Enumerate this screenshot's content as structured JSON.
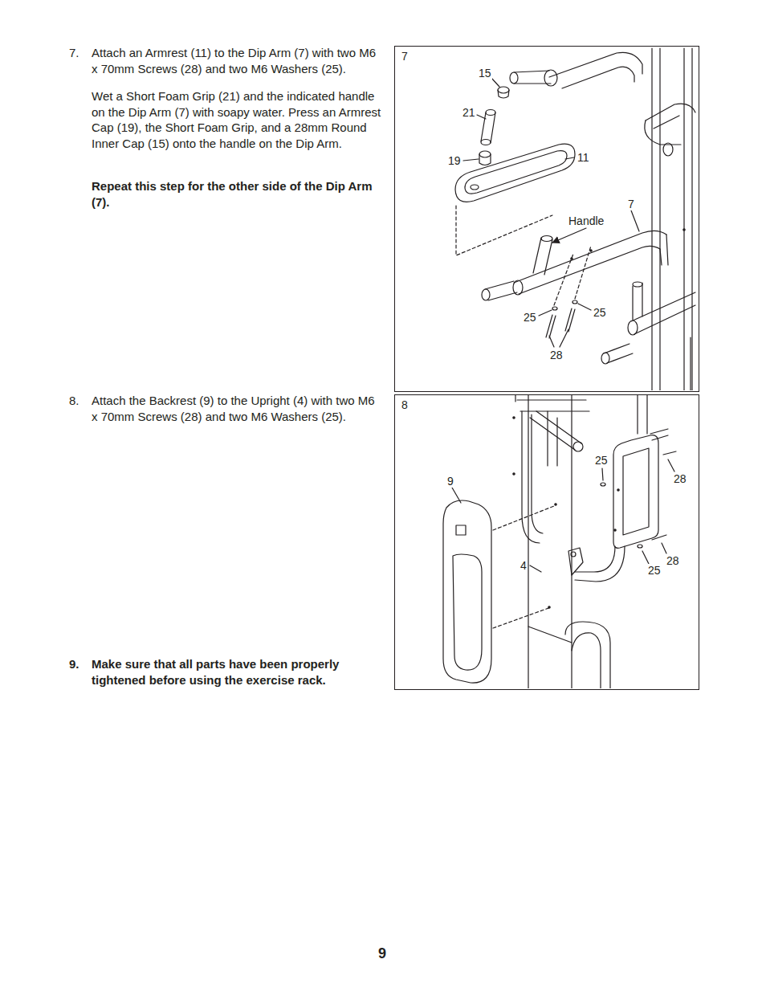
{
  "diagram": {
    "nodes": [
      {
        "text": [
          "7"
        ]
      },
      {
        "text": [
          "8"
        ]
      }
    ],
    "labels": [
      "7.",
      "Attach an Armrest (11) to the Dip Arm (7) with two M6 x 70mm Screws (28) and two M6 Washers (25).",
      "Wet a Short Foam Grip (21) and the indicated handle on the Dip Arm (7) with soapy water. Press an Armrest Cap (19), the Short Foam Grip, and a 28mm Round Inner Cap (15) onto the handle on the Dip Arm.",
      "Repeat this step for the other side of the Dip Arm (7).",
      "8.",
      "Attach the Backrest (9) to the Upright (4) with two M6 x 70mm Screws (28) and two M6 Washers (25).",
      "9.",
      "Make sure that all parts have been properly tightened before using the exercise rack.",
      "15",
      "21",
      "19",
      "11",
      "7",
      "Handle",
      "25",
      "25",
      "28",
      "25",
      "28",
      "9",
      "4",
      "28",
      "25",
      "9"
    ]
  }
}
